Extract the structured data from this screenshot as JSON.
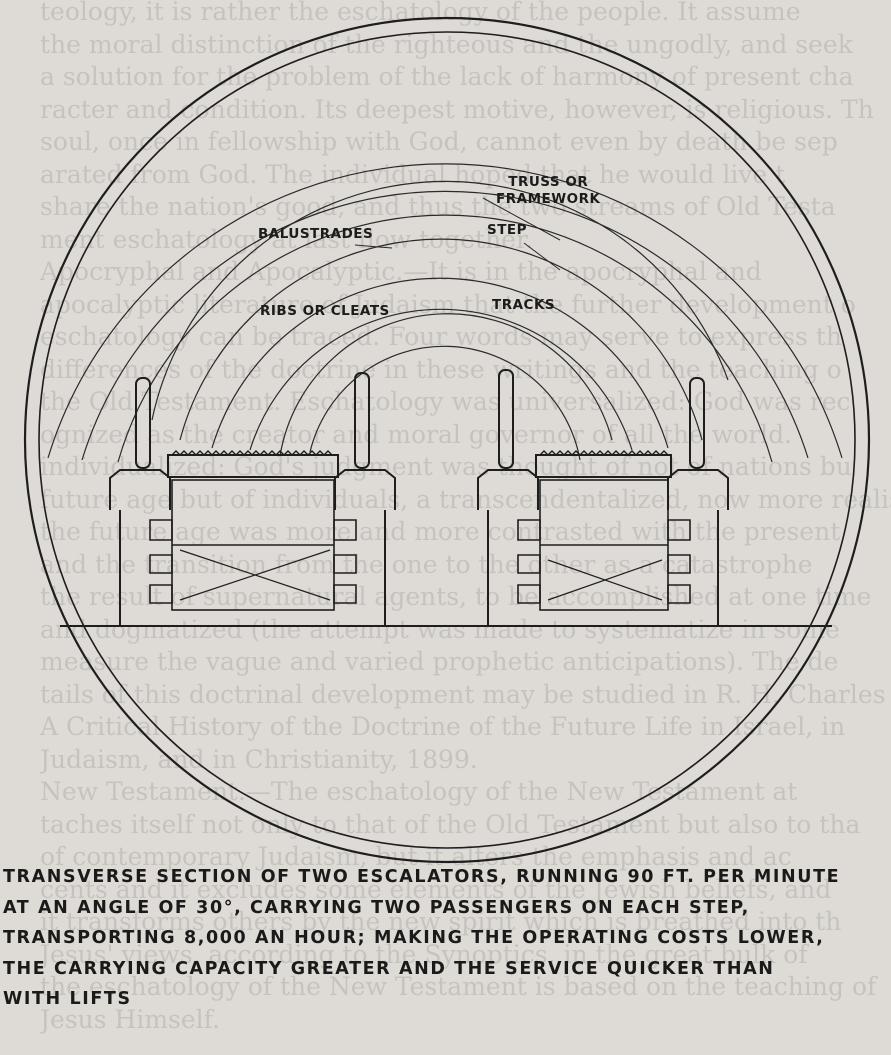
{
  "background_text": [
    "teology, it is rather the eschatology of the people. It assume",
    "the moral distinction of the righteous and the ungodly, and seek",
    "a solution for the problem of the lack of harmony of present cha",
    "racter and condition. Its deepest motive, however, is religious. Th",
    "soul, once in fellowship with God, cannot even by death be sep",
    "arated from God. The individual hoped that he would live t",
    "share the nation's good, and thus the two streams of Old Testa",
    "ment eschatology at last flow together.",
    "Apocryphal and Apocalyptic.—It is in the apocryphal and",
    "apocalyptic literature of Judaism that the further development o",
    "eschatology can be traced. Four words may serve to express th",
    "differences of the doctrine in these writings and the teaching o",
    "the Old Testament. Eschatology was universalized: God was rec",
    "ognized as the creator and moral governor of all the world.",
    "individualized: God's judgment was thought of not of nations bu",
    "future age but of individuals, a transcendentalized, now more realis",
    "the future age was more and more contrasted with the present",
    "and the transition from the one to the other as a catastrophe",
    "the result of supernatural agents, to be accomplished at one time",
    "and dogmatized (the attempt was made to systematize in some",
    "measure the vague and varied prophetic anticipations). The de",
    "tails of this doctrinal development may be studied in R. H. Charles",
    "A Critical History of the Doctrine of the Future Life in Israel, in",
    "Judaism, and in Christianity, 1899.",
    "New Testament.—The eschatology of the New Testament at",
    "taches itself not only to that of the Old Testament but also to tha",
    "of contemporary Judaism, but it alters the emphasis and ac",
    "cents and it excludes some elements of the Jewish beliefs, and",
    "it transforms others by the new spirit which is breathed into th",
    "Jesus' views, according to the Synoptics, in the great bulk of",
    "the eschatology of the New Testament is based on the teaching of",
    "Jesus Himself."
  ],
  "labels": {
    "truss": [
      "TRUSS OR",
      "FRAMEWORK"
    ],
    "balustrades": "BALUSTRADES",
    "step": "STEP",
    "ribs": "RIBS OR CLEATS",
    "tracks": "TRACKS"
  },
  "caption_lines": [
    "TRANSVERSE SECTION OF TWO ESCALATORS, RUNNING 90 FT. PER MINUTE",
    "AT AN ANGLE OF 30°, CARRYING TWO PASSENGERS ON EACH STEP,",
    "TRANSPORTING 8,000 AN HOUR; MAKING THE OPERATING COSTS LOWER,",
    "THE CARRYING CAPACITY GREATER AND THE SERVICE QUICKER THAN",
    "WITH LIFTS"
  ]
}
